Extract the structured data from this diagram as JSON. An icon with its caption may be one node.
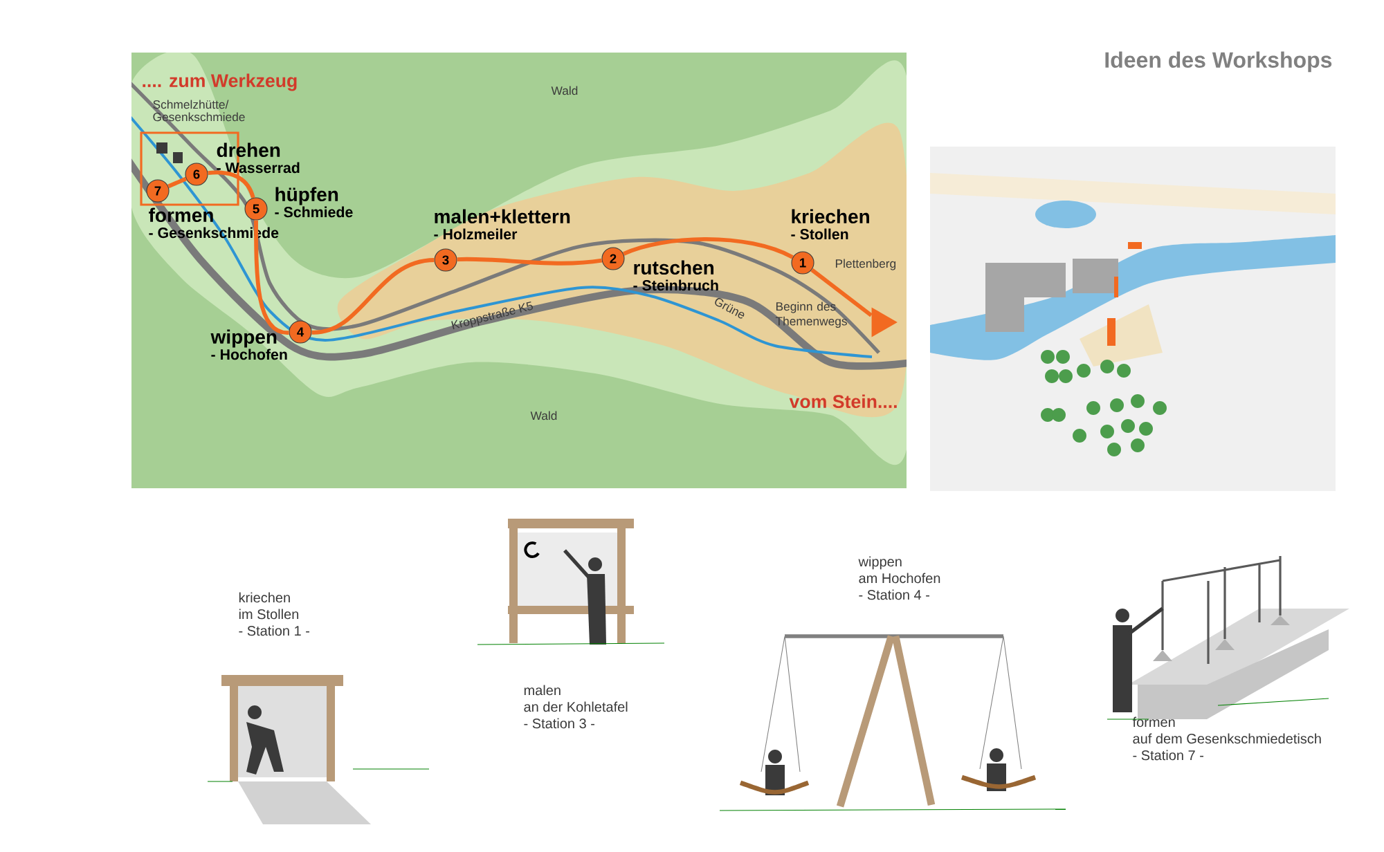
{
  "diagram": {
    "title": "Ideen des Workshops",
    "nodes": [
      {
        "text": [
          "1"
        ],
        "beside": [
          "kriechen",
          "- Stollen"
        ]
      },
      {
        "text": [
          "2"
        ],
        "beside": [
          "rutschen",
          "- Steinbruch"
        ]
      },
      {
        "text": [
          "3"
        ],
        "beside": [
          "malen+klettern",
          "- Holzmeiler"
        ]
      },
      {
        "text": [
          "4"
        ],
        "beside": [
          "wippen",
          "- Hochofen"
        ]
      },
      {
        "text": [
          "5"
        ],
        "beside": [
          "hüpfen",
          "- Schmiede"
        ]
      },
      {
        "text": [
          "6"
        ],
        "beside": [
          "drehen",
          "- Wasserrad"
        ]
      },
      {
        "text": [
          "7"
        ],
        "beside": [
          "formen",
          "- Gesenkschmiede"
        ]
      },
      {
        "text": [],
        "shape": "triangle",
        "beside": [
          "Beginn des Themenwegs"
        ]
      }
    ],
    "edges": [
      {
        "from": 0,
        "to": 1,
        "arrow": "none"
      },
      {
        "from": 1,
        "to": 2,
        "arrow": "none"
      },
      {
        "from": 2,
        "to": 3,
        "arrow": "none"
      },
      {
        "from": 3,
        "to": 4,
        "arrow": "none"
      },
      {
        "from": 4,
        "to": 5,
        "arrow": "none"
      },
      {
        "from": 5,
        "to": 6,
        "arrow": "none"
      },
      {
        "from": 0,
        "to": 7,
        "arrow": "none"
      }
    ],
    "labels": [
      ".... zum Werkzeug",
      "Wald",
      "Schmelzhütte/",
      "Gesenkschmiede",
      "Plettenberg",
      "Grüne",
      "Kroppstraße K5",
      "Wald",
      "vom Stein....",
      "kriechen",
      "im Stollen",
      "- Station 1 -",
      "malen",
      "an der Kohletafel",
      "- Station 3 -",
      "wippen",
      "am Hochofen",
      "- Station 4 -",
      "formen",
      "auf dem Gesenkschmiedetisch",
      "- Station 7 -"
    ]
  }
}
